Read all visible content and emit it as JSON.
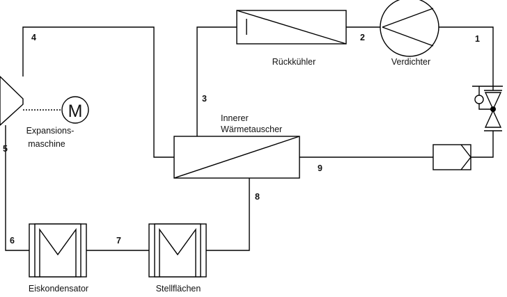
{
  "components": {
    "rueckkuehler": "Rückkühler",
    "verdichter": "Verdichter",
    "innerer_line1": "Innerer",
    "innerer_line2": "Wärmetauscher",
    "expansion_line1": "Expansions-",
    "expansion_line2": "maschine",
    "eiskondensator": "Eiskondensator",
    "stellflaechen": "Stellflächen"
  },
  "points": {
    "p1": "1",
    "p2": "2",
    "p3": "3",
    "p4": "4",
    "p5": "5",
    "p6": "6",
    "p7": "7",
    "p8": "8",
    "p9": "9"
  },
  "motor_symbol": "M"
}
